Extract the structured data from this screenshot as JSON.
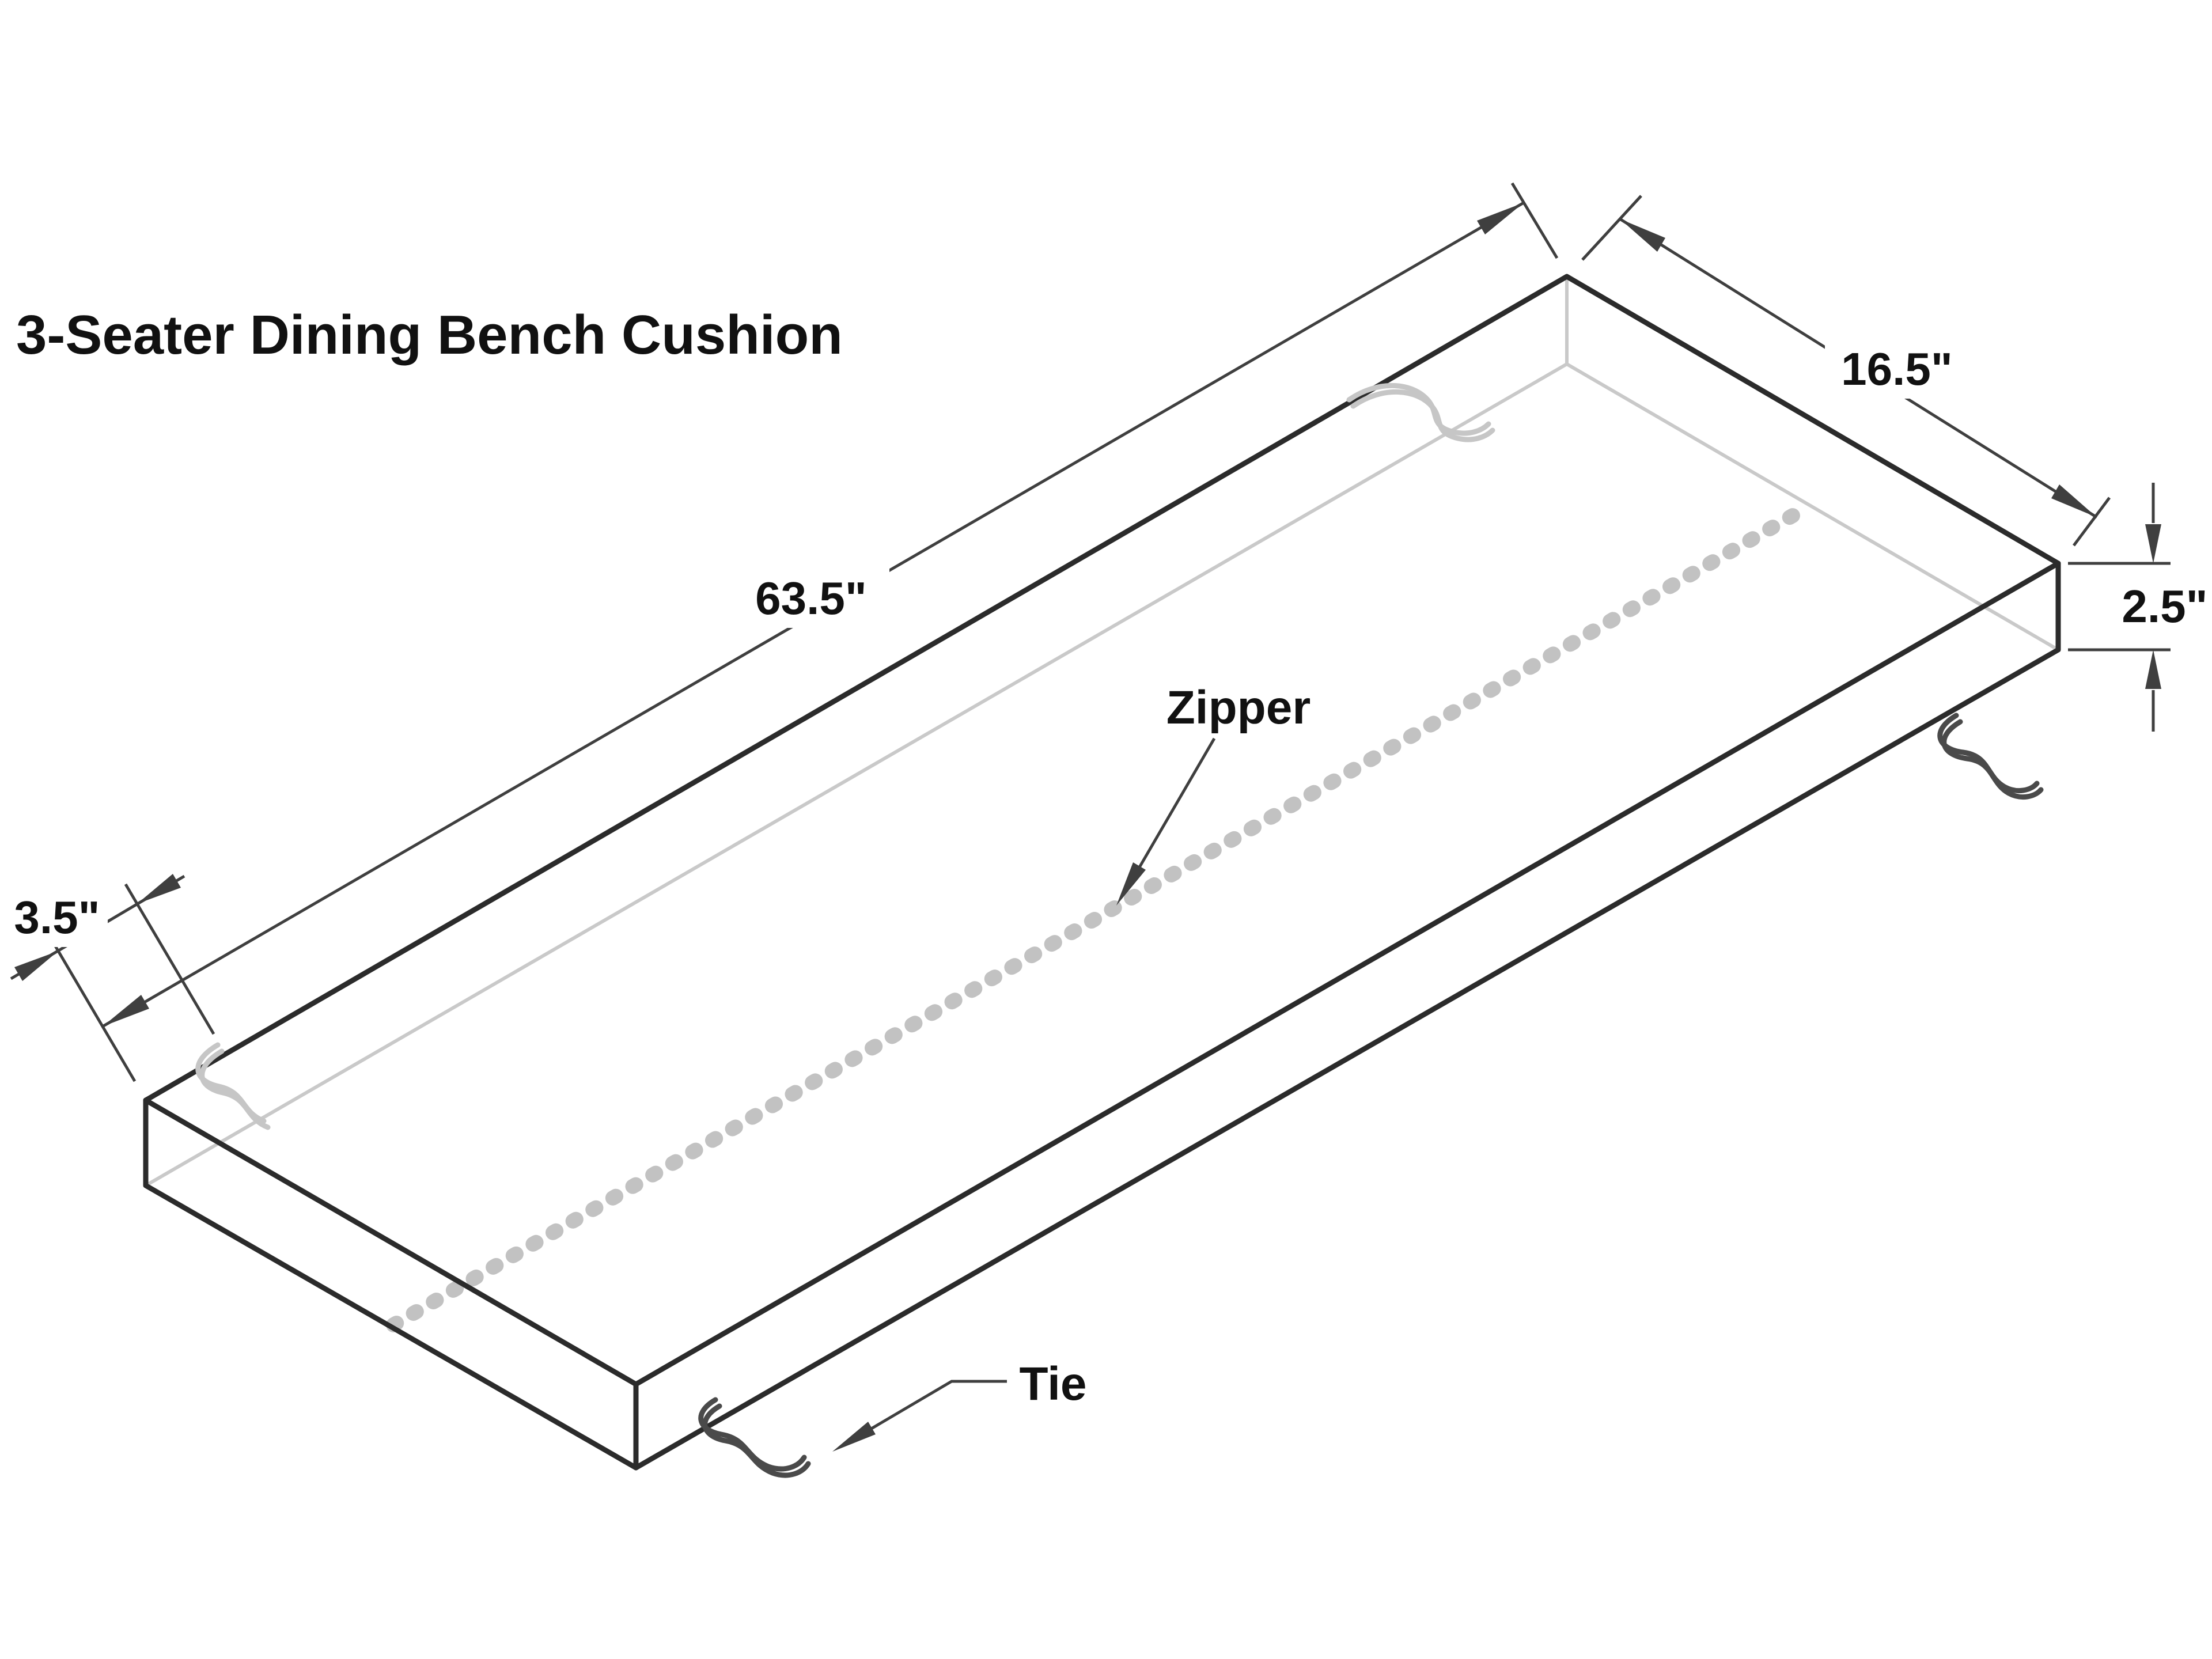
{
  "figure": {
    "title": "3-Seater Dining Bench Cushion",
    "dimensions": {
      "length": "63.5\"",
      "width": "16.5\"",
      "thickness": "2.5\"",
      "tie_inset": "3.5\""
    },
    "callouts": {
      "zipper": "Zipper",
      "tie": "Tie"
    },
    "colors": {
      "background": "#ffffff",
      "edge": "#2b2b2b",
      "hidden_edge": "#c9c9c9",
      "zipper": "#c2c2c2",
      "tie_back": "#c6c6c6",
      "tie_front": "#4a4a4a",
      "dimension": "#3f3f3f",
      "text": "#111111"
    }
  }
}
